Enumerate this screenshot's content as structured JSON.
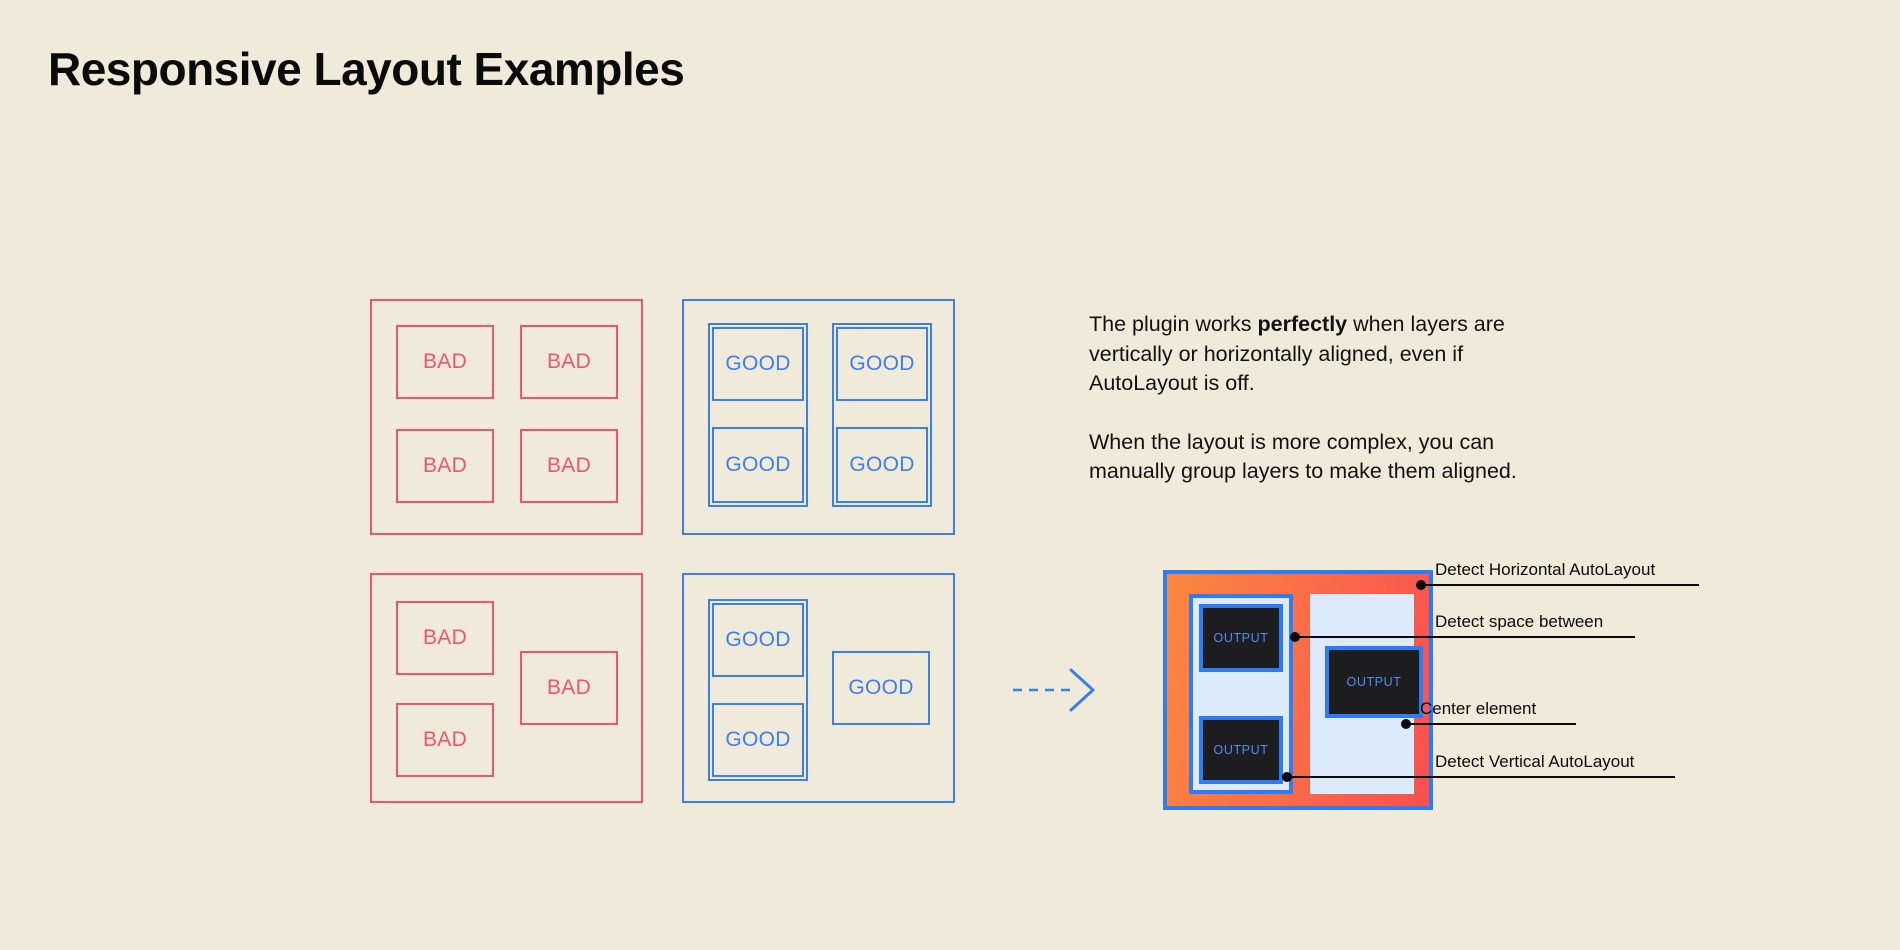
{
  "page": {
    "title": "Responsive Layout Examples",
    "background_color": "#F0EADA"
  },
  "colors": {
    "bad": "#F2556B",
    "good": "#3D7FE8",
    "mock_blue": "#2F7BF2",
    "mock_panel": "#DDEAFB",
    "mock_output_bg": "#1D1D20",
    "mock_output_text": "#4E8FEF",
    "mock_gradient_start": "#F9873F",
    "mock_gradient_end": "#F9504F",
    "text": "#0A0A0A"
  },
  "examples": {
    "bad_label": "BAD",
    "good_label": "GOOD",
    "panels": [
      {
        "name": "bad-grid-aligned",
        "kind": "bad",
        "cells": [
          "BAD",
          "BAD",
          "BAD",
          "BAD"
        ]
      },
      {
        "name": "good-grid-aligned",
        "kind": "good",
        "cells": [
          "GOOD",
          "GOOD",
          "GOOD",
          "GOOD"
        ]
      },
      {
        "name": "bad-grid-complex",
        "kind": "bad",
        "cells": [
          "BAD",
          "BAD",
          "BAD"
        ]
      },
      {
        "name": "good-grid-complex",
        "kind": "good",
        "cells": [
          "GOOD",
          "GOOD",
          "GOOD"
        ]
      }
    ]
  },
  "copy": {
    "paragraph_1_before": "The plugin works ",
    "paragraph_1_bold": "perfectly",
    "paragraph_1_after": " when layers are vertically or horizontally aligned, even if AutoLayout is off.",
    "paragraph_2": "When the layout is more complex, you can manually group layers to make them aligned."
  },
  "arrow": {
    "icon": "dashed-arrow-right-icon"
  },
  "mockup": {
    "output_label": "OUTPUT",
    "outputs": [
      "OUTPUT",
      "OUTPUT",
      "OUTPUT"
    ]
  },
  "callouts": [
    {
      "label": "Detect Horizontal AutoLayout"
    },
    {
      "label": "Detect space between"
    },
    {
      "label": "Center element"
    },
    {
      "label": "Detect Vertical AutoLayout"
    }
  ]
}
